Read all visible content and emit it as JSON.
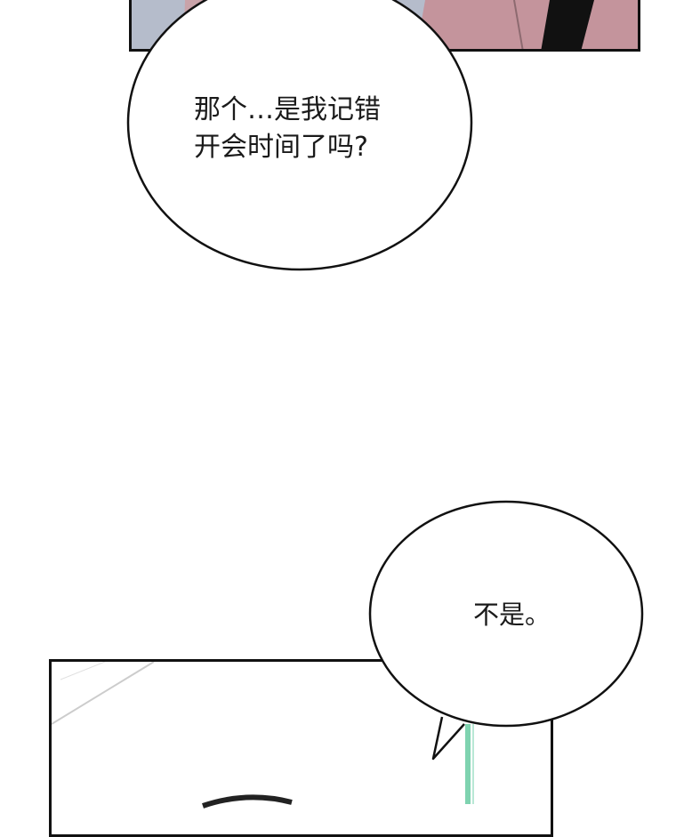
{
  "bubbles": [
    {
      "id": "bubble-1",
      "text": "那个…是我记错\n开会时间了吗?"
    },
    {
      "id": "bubble-2",
      "text": "不是。"
    }
  ],
  "colors": {
    "outline": "#111111",
    "panel_top_blue": "#b5bccb",
    "panel_top_pink": "#c4949c",
    "bubble_fill": "#ffffff",
    "glass_green": "#7fd3b0"
  }
}
